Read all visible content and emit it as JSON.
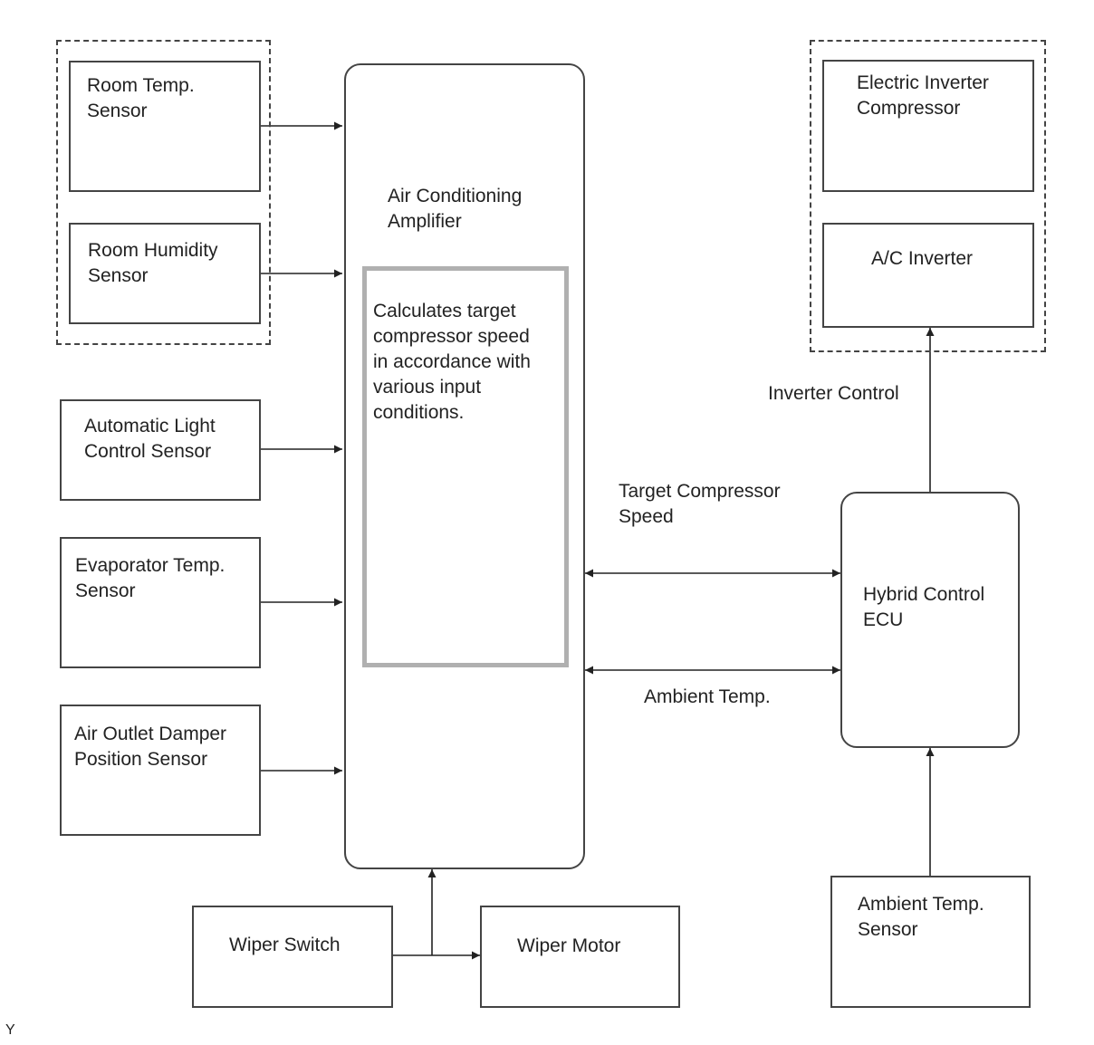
{
  "blocks": {
    "room_temp_sensor": "Room Temp.\nSensor",
    "room_humidity_sensor": "Room Humidity\nSensor",
    "auto_light_sensor": "Automatic Light\nControl Sensor",
    "evaporator_temp_sensor": "Evaporator Temp.\nSensor",
    "air_outlet_damper_sensor": "Air Outlet Damper\nPosition Sensor",
    "ac_amplifier": "Air Conditioning\nAmplifier",
    "calc_note": "Calculates target\ncompressor speed\nin accordance with\nvarious input\nconditions.",
    "wiper_switch": "Wiper Switch",
    "wiper_motor": "Wiper Motor",
    "electric_inverter_compressor": "Electric Inverter\nCompressor",
    "ac_inverter": "A/C Inverter",
    "hybrid_control_ecu": "Hybrid Control\nECU",
    "ambient_temp_sensor": "Ambient Temp.\nSensor"
  },
  "signals": {
    "inverter_control": "Inverter Control",
    "target_compressor_speed": "Target Compressor\nSpeed",
    "ambient_temp": "Ambient Temp."
  },
  "figure_code": "Y"
}
